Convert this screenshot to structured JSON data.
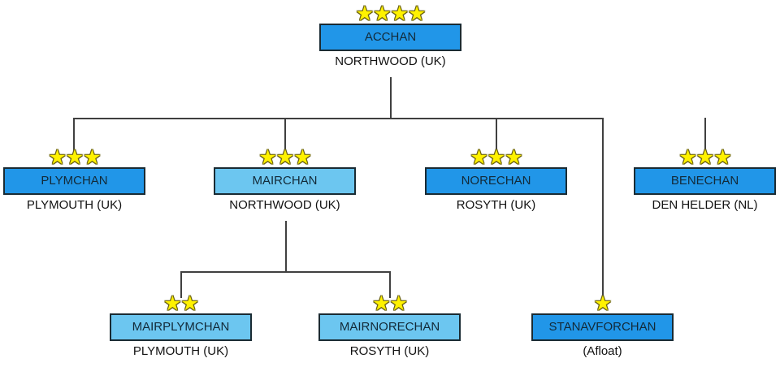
{
  "diagram": {
    "title": "NATO Allied Command Channel organisation chart",
    "colors": {
      "box_fill": "#2196E8",
      "box_fill_light": "#6CC6F0",
      "box_border": "#1a2b33",
      "line": "#404040",
      "star_fill": "#FFF200",
      "star_outline": "#6b6212",
      "background": "#ffffff",
      "label_text": "#111111"
    },
    "star_glyph": "★",
    "nodes": [
      {
        "id": "acchan",
        "name": "ACCHAN",
        "location": "NORTHWOOD (UK)",
        "stars": 4,
        "shade": "dark",
        "level": 1
      },
      {
        "id": "plymchan",
        "name": "PLYMCHAN",
        "location": "PLYMOUTH (UK)",
        "stars": 3,
        "shade": "dark",
        "level": 2
      },
      {
        "id": "mairchan",
        "name": "MAIRCHAN",
        "location": "NORTHWOOD (UK)",
        "stars": 3,
        "shade": "light",
        "level": 2
      },
      {
        "id": "norechan",
        "name": "NORECHAN",
        "location": "ROSYTH (UK)",
        "stars": 3,
        "shade": "dark",
        "level": 2
      },
      {
        "id": "benechan",
        "name": "BENECHAN",
        "location": "DEN HELDER (NL)",
        "stars": 3,
        "shade": "dark",
        "level": 2
      },
      {
        "id": "mairplymchan",
        "name": "MAIRPLYMCHAN",
        "location": "PLYMOUTH (UK)",
        "stars": 2,
        "shade": "light",
        "level": 3
      },
      {
        "id": "mairnorechan",
        "name": "MAIRNORECHAN",
        "location": "ROSYTH (UK)",
        "stars": 2,
        "shade": "light",
        "level": 3
      },
      {
        "id": "stanavforchan",
        "name": "STANAVFORCHAN",
        "location": "(Afloat)",
        "stars": 1,
        "shade": "dark",
        "level": 3
      }
    ]
  }
}
